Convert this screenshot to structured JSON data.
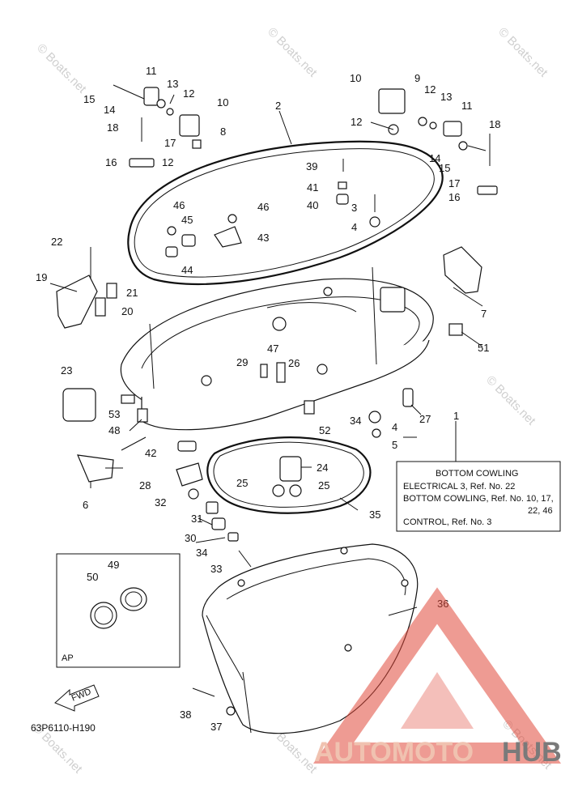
{
  "watermark": "© Boats.net",
  "diagram_code": "63P6110-H190",
  "logo": {
    "auto": "AUTOMOTO",
    "hub": "HUB",
    "accent_color": "#e0483a"
  },
  "fwd_label": "FWD",
  "inset_label": "AP",
  "note_box": {
    "title": "BOTTOM COWLING",
    "line1": "ELECTRICAL 3,  Ref. No. 22",
    "line2": "BOTTOM COWLING,  Ref. No. 10, 17,",
    "line3": "22, 46",
    "line4": "CONTROL,  Ref. No. 3",
    "ref": "1"
  },
  "callouts": {
    "c2": "2",
    "c3": "3",
    "c4a": "4",
    "c4b": "4",
    "c5": "5",
    "c6": "6",
    "c7": "7",
    "c8": "8",
    "c9": "9",
    "c10a": "10",
    "c10b": "10",
    "c11a": "11",
    "c11b": "11",
    "c12a": "12",
    "c12b": "12",
    "c12c": "12",
    "c12d": "12",
    "c13a": "13",
    "c13b": "13",
    "c14a": "14",
    "c14b": "14",
    "c15a": "15",
    "c15b": "15",
    "c16a": "16",
    "c16b": "16",
    "c17a": "17",
    "c17b": "17",
    "c18a": "18",
    "c18b": "18",
    "c19": "19",
    "c20": "20",
    "c21": "21",
    "c22": "22",
    "c23": "23",
    "c24": "24",
    "c25a": "25",
    "c25b": "25",
    "c26": "26",
    "c27": "27",
    "c28": "28",
    "c29": "29",
    "c30": "30",
    "c31": "31",
    "c32": "32",
    "c33": "33",
    "c34a": "34",
    "c34b": "34",
    "c35": "35",
    "c36": "36",
    "c37": "37",
    "c38": "38",
    "c39": "39",
    "c40": "40",
    "c41": "41",
    "c42": "42",
    "c43": "43",
    "c44": "44",
    "c45": "45",
    "c46a": "46",
    "c46b": "46",
    "c47": "47",
    "c48": "48",
    "c49": "49",
    "c50": "50",
    "c51": "51",
    "c52": "52",
    "c53": "53"
  }
}
